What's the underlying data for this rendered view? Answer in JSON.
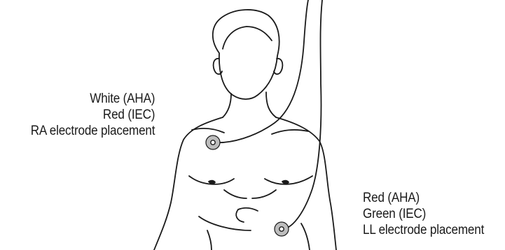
{
  "ra_label": {
    "line1": "White (AHA)",
    "line2": "Red (IEC)",
    "line3": "RA electrode placement"
  },
  "ll_label": {
    "line1": "Red (AHA)",
    "line2": "Green (IEC)",
    "line3": "LL electrode placement"
  },
  "colors": {
    "line": "#1a1a1a",
    "electrode_fill": "#bdbdbd"
  }
}
